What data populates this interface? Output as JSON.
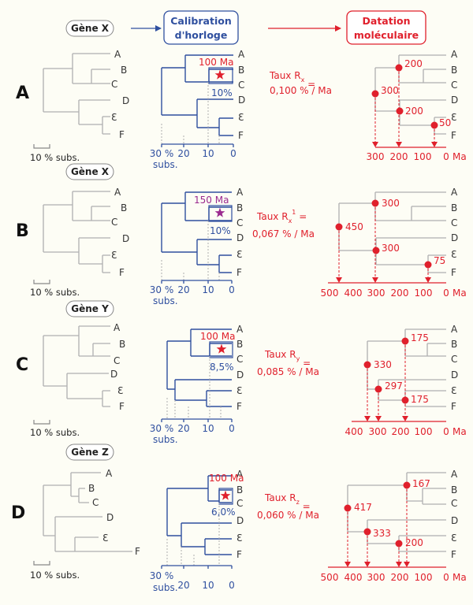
{
  "colors": {
    "blue": "#2f4f9f",
    "red": "#e0202c",
    "purple": "#9b2a8f",
    "gray": "#b0b0b0"
  },
  "header": {
    "calibration": [
      "Calibration",
      "d'horloge"
    ],
    "datation": [
      "Datation",
      "moléculaire"
    ]
  },
  "leaf_labels": [
    "A",
    "B",
    "C",
    "D",
    "Ɛ",
    "F"
  ],
  "scale_bar": "10 % subs.",
  "subs_label": "subs.",
  "clock_ticks": [
    "30 %",
    "20",
    "10",
    "0"
  ],
  "time_unit": "Ma",
  "panels": [
    {
      "label": "A",
      "gene": "Gène X",
      "calibration_text": "100 Ma",
      "calibration_color": "red",
      "subs_text": "10%",
      "rate_line1": "Taux R",
      "rate_sub": "x",
      "rate_sup": "",
      "rate_line2": "0,100 % / Ma",
      "dates": [
        "200",
        "300",
        "200",
        "50"
      ],
      "time_ticks": [
        "300",
        "200",
        "100",
        "0"
      ]
    },
    {
      "label": "B",
      "gene": "Gène X",
      "calibration_text": "150 Ma",
      "calibration_color": "purple",
      "subs_text": "10%",
      "rate_line1": "Taux R",
      "rate_sub": "x",
      "rate_sup": "1",
      "rate_line2": "0,067 % / Ma",
      "dates": [
        "300",
        "450",
        "300",
        "75"
      ],
      "time_ticks": [
        "500",
        "400",
        "300",
        "200",
        "100",
        "0"
      ]
    },
    {
      "label": "C",
      "gene": "Gène Y",
      "calibration_text": "100 Ma",
      "calibration_color": "red",
      "subs_text": "8,5%",
      "rate_line1": "Taux R",
      "rate_sub": "y",
      "rate_sup": "",
      "rate_line2": "0,085 % / Ma",
      "dates": [
        "175",
        "330",
        "297",
        "175"
      ],
      "time_ticks": [
        "400",
        "300",
        "200",
        "100",
        "0"
      ]
    },
    {
      "label": "D",
      "gene": "Gène Z",
      "calibration_text": "100 Ma",
      "calibration_color": "red",
      "subs_text": "6,0%",
      "rate_line1": "Taux R",
      "rate_sub": "z",
      "rate_sup": "",
      "rate_line2": "0,060 % / Ma",
      "dates": [
        "167",
        "417",
        "333",
        "200"
      ],
      "time_ticks": [
        "500",
        "400",
        "300",
        "200",
        "100",
        "0"
      ]
    }
  ]
}
